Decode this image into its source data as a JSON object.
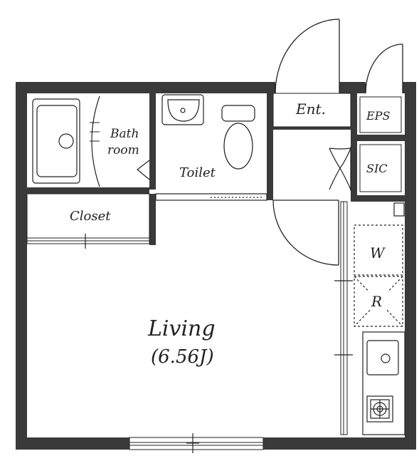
{
  "rooms": {
    "bath": {
      "line1": "Bath",
      "line2": "room"
    },
    "toilet": "Toilet",
    "entrance": "Ent.",
    "eps": "EPS",
    "sic": "SIC",
    "closet": "Closet",
    "living": {
      "name": "Living",
      "area": "(6.56J)"
    },
    "washer": "W",
    "fridge": "R"
  },
  "colors": {
    "wall": "#3a3a3a",
    "line": "#222222",
    "background": "#ffffff"
  }
}
